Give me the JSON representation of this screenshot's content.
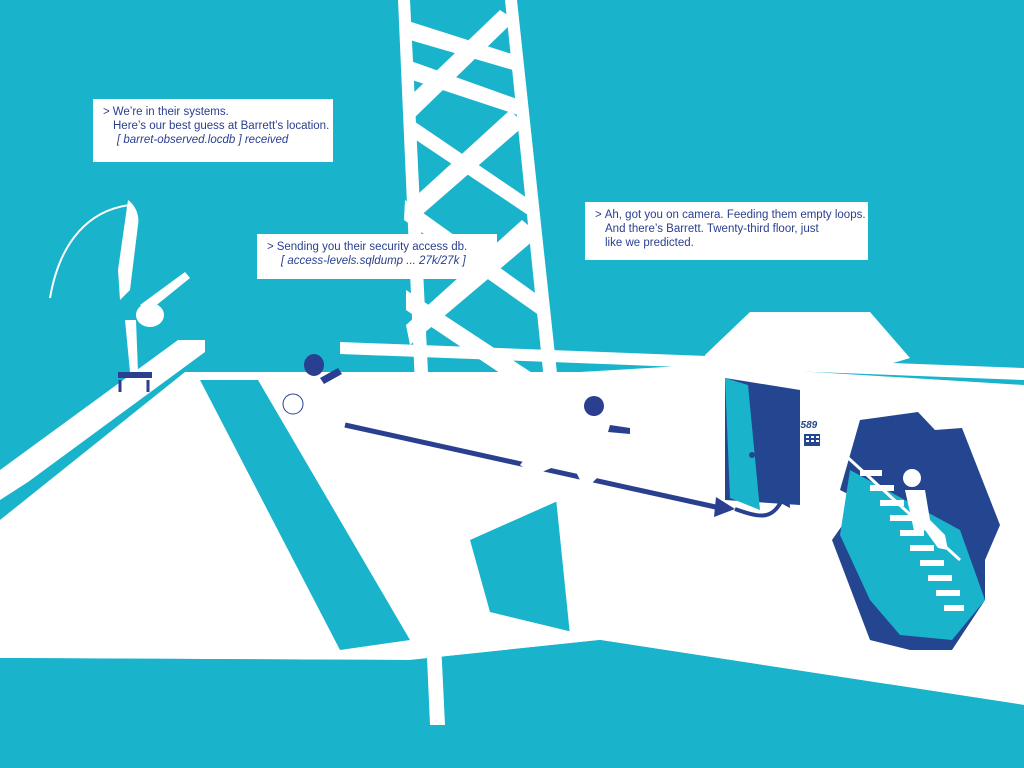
{
  "messages": [
    {
      "prompt": ">",
      "lines": [
        "We’re in their systems.",
        "Here’s our best guess at Barrett’s location."
      ],
      "file": "[ barret-observed.locdb ] received"
    },
    {
      "prompt": ">",
      "lines": [
        "Sending you their security access db."
      ],
      "file": "[ access-levels.sqldump ... 27k/27k ]"
    },
    {
      "prompt": ">",
      "lines": [
        "Ah, got you on camera. Feeding them empty loops.",
        "And there’s Barrett. Twenty-third floor, just",
        "like we predicted."
      ],
      "file": ""
    }
  ],
  "door_code": "4589",
  "colors": {
    "sky": "#19b3cb",
    "roof": "#ffffff",
    "navy": "#2a3f8f",
    "dark_navy": "#24458f",
    "text": "#2a3f8f"
  },
  "icons": [
    "keypad-icon",
    "path-arrow-icon"
  ]
}
